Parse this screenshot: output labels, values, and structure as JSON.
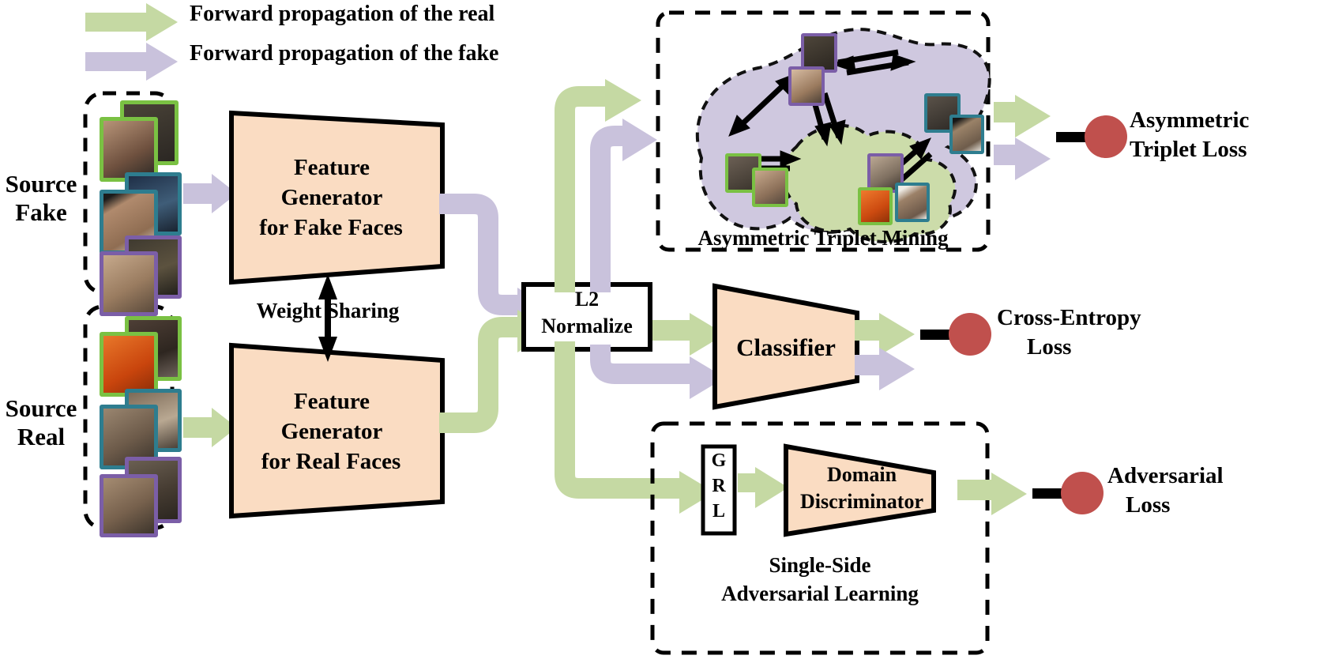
{
  "figure": {
    "title": "Asymmetric Triplet Learning Framework for Face Anti-Spoofing",
    "type": "architecture-diagram"
  },
  "colors": {
    "real_flow": "#c5d9a3",
    "fake_flow": "#c9c2dc",
    "module_fill": "#fadcc2",
    "module_stroke": "#000000",
    "loss_node": "#c0504d",
    "blob_fake": "#cfc8df",
    "blob_real": "#ccdcaa",
    "border_green": "#7ac143",
    "border_teal": "#2e7d8f",
    "border_purple": "#7b5ea7",
    "background": "#ffffff"
  },
  "legend": {
    "items": [
      {
        "id": "legend-real",
        "label": "Forward propagation of the real",
        "color": "#c5d9a3"
      },
      {
        "id": "legend-fake",
        "label": "Forward propagation of the fake",
        "color": "#c9c2dc"
      }
    ]
  },
  "inputs": [
    {
      "id": "source-fake",
      "label": "Source\nFake",
      "label_lines": [
        "Source",
        "Fake"
      ],
      "flow": "fake",
      "pairs": [
        {
          "border": "#7ac143",
          "front": "#8a6a58",
          "back": "#3b3731"
        },
        {
          "border": "#2e7d8f",
          "front": "#9b7b63",
          "back": "#2b3b52"
        },
        {
          "border": "#7b5ea7",
          "front": "#b08d6d",
          "back": "#3a3830"
        }
      ]
    },
    {
      "id": "source-real",
      "label": "Source\nReal",
      "label_lines": [
        "Source",
        "Real"
      ],
      "flow": "real",
      "pairs": [
        {
          "border": "#7ac143",
          "front": "#d2560f",
          "back": "#4a3a33"
        },
        {
          "border": "#2e7d8f",
          "front": "#7d6754",
          "back": "#8e8272"
        },
        {
          "border": "#7b5ea7",
          "front": "#8e7763",
          "back": "#6a6152"
        }
      ]
    }
  ],
  "modules": {
    "generator_fake": {
      "id": "feature-generator-fake",
      "lines": [
        "Feature",
        "Generator",
        "for Fake Faces"
      ]
    },
    "generator_real": {
      "id": "feature-generator-real",
      "lines": [
        "Feature",
        "Generator",
        "for Real Faces"
      ]
    },
    "weight_sharing": {
      "id": "weight-sharing",
      "label": "Weight Sharing"
    },
    "l2_normalize": {
      "id": "l2-normalize",
      "lines": [
        "L2",
        "Normalize"
      ]
    },
    "classifier": {
      "id": "classifier",
      "lines": [
        "Classifier"
      ]
    },
    "grl": {
      "id": "grl",
      "letters": [
        "G",
        "R",
        "L"
      ],
      "label": "GRL"
    },
    "domain_discriminator": {
      "id": "domain-discriminator",
      "lines": [
        "Domain",
        "Discriminator"
      ]
    }
  },
  "branches": [
    {
      "id": "asymmetric-triplet-mining",
      "caption": "Asymmetric Triplet Mining",
      "dashed_box": true,
      "loss": {
        "id": "asymmetric-triplet-loss",
        "lines": [
          "Asymmetric",
          "Triplet Loss"
        ]
      },
      "inbound_flows": [
        "real",
        "fake"
      ],
      "outbound_flows": [
        "real",
        "fake"
      ],
      "blobs": [
        {
          "id": "fake-cluster-blob",
          "fill": "#cfc8df",
          "dashed": true
        },
        {
          "id": "real-cluster-blob",
          "fill": "#ccdcaa",
          "dashed": true
        }
      ],
      "nodes": [
        {
          "id": "node-fake-top",
          "border": "#7b5ea7",
          "tone": "#4a4239",
          "cluster": "fake"
        },
        {
          "id": "node-fake-anchor",
          "border": "#7b5ea7",
          "tone": "#c4a48c",
          "cluster": "fake"
        },
        {
          "id": "node-fake-left-a",
          "border": "#7ac143",
          "tone": "#5d5148",
          "cluster": "fake"
        },
        {
          "id": "node-fake-left-b",
          "border": "#7ac143",
          "tone": "#b99a7c",
          "cluster": "fake"
        },
        {
          "id": "node-fake-right-a",
          "border": "#2e7d8f",
          "tone": "#4e4a44",
          "cluster": "fake"
        },
        {
          "id": "node-fake-right-b",
          "border": "#2e7d8f",
          "tone": "#7e6d5c",
          "cluster": "fake"
        },
        {
          "id": "node-real-purple",
          "border": "#7b5ea7",
          "tone": "#9b8775",
          "cluster": "real"
        },
        {
          "id": "node-real-orange",
          "border": "#7ac143",
          "tone": "#d2560f",
          "cluster": "real"
        },
        {
          "id": "node-real-teal",
          "border": "#2e7d8f",
          "tone": "#7d6a57",
          "cluster": "real"
        }
      ],
      "relations": [
        {
          "id": "rel-anchor-leftpair",
          "style": "double-head"
        },
        {
          "id": "rel-anchor-rightpair",
          "style": "double-head"
        },
        {
          "id": "rel-anchor-to-real",
          "style": "double-head"
        },
        {
          "id": "rel-leftb-to-real",
          "style": "double-head"
        },
        {
          "id": "rel-real-to-rightblob",
          "style": "double-head"
        }
      ]
    },
    {
      "id": "classification-branch",
      "caption": "",
      "dashed_box": false,
      "loss": {
        "id": "cross-entropy-loss",
        "lines": [
          "Cross-Entropy",
          "Loss"
        ]
      },
      "inbound_flows": [
        "real",
        "fake"
      ],
      "outbound_flows": [
        "real",
        "fake"
      ]
    },
    {
      "id": "single-side-adversarial-learning",
      "caption": "Single-Side\nAdversarial Learning",
      "caption_lines": [
        "Single-Side",
        "Adversarial Learning"
      ],
      "dashed_box": true,
      "loss": {
        "id": "adversarial-loss",
        "lines": [
          "Adversarial",
          "Loss"
        ]
      },
      "inbound_flows": [
        "real"
      ],
      "outbound_flows": [
        "real"
      ]
    }
  ]
}
